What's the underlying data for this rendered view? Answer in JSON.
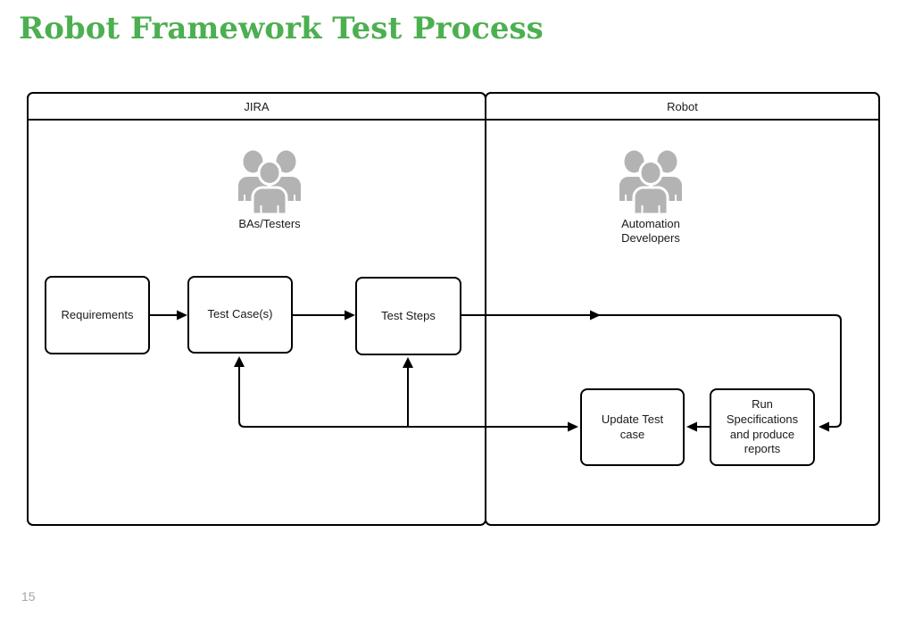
{
  "title": "Robot Framework Test Process",
  "page_number": "15",
  "colors": {
    "title_green": "#4caf50",
    "icon_gray": "#b3b3b3",
    "line_black": "#000000",
    "page_number_gray": "#a6a6a6"
  },
  "diagram": {
    "lanes": [
      {
        "label": "JIRA"
      },
      {
        "label": "Robot"
      }
    ],
    "actors": [
      {
        "label": "BAs/Testers",
        "icon": "team-icon"
      },
      {
        "label": "Automation Developers",
        "icon": "team-icon"
      }
    ],
    "nodes": [
      {
        "label": "Requirements"
      },
      {
        "label": "Test Case(s)"
      },
      {
        "label": "Test Steps"
      },
      {
        "label": "Update Test case"
      },
      {
        "label": "Run Specifications and produce reports"
      }
    ],
    "connections": [
      {
        "from": "Requirements",
        "to": "Test Case(s)"
      },
      {
        "from": "Test Case(s)",
        "to": "Test Steps"
      },
      {
        "from": "Test Steps",
        "to": "Run Specifications and produce reports"
      },
      {
        "from": "Run Specifications and produce reports",
        "to": "Update Test case"
      },
      {
        "from": "Update Test case",
        "to": "Test Case(s)"
      },
      {
        "from": "Update Test case",
        "to": "Test Steps"
      }
    ]
  }
}
